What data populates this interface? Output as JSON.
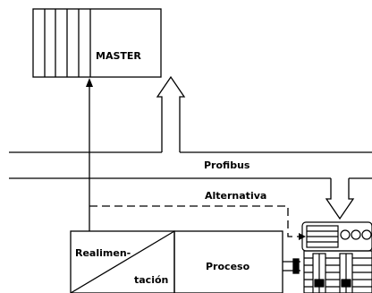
{
  "labels": {
    "master": "MASTER",
    "profibus": "Profibus",
    "alternativa": "Alternativa",
    "realimentacion_1": "Realimen-",
    "realimentacion_2": "tación",
    "proceso": "Proceso"
  }
}
